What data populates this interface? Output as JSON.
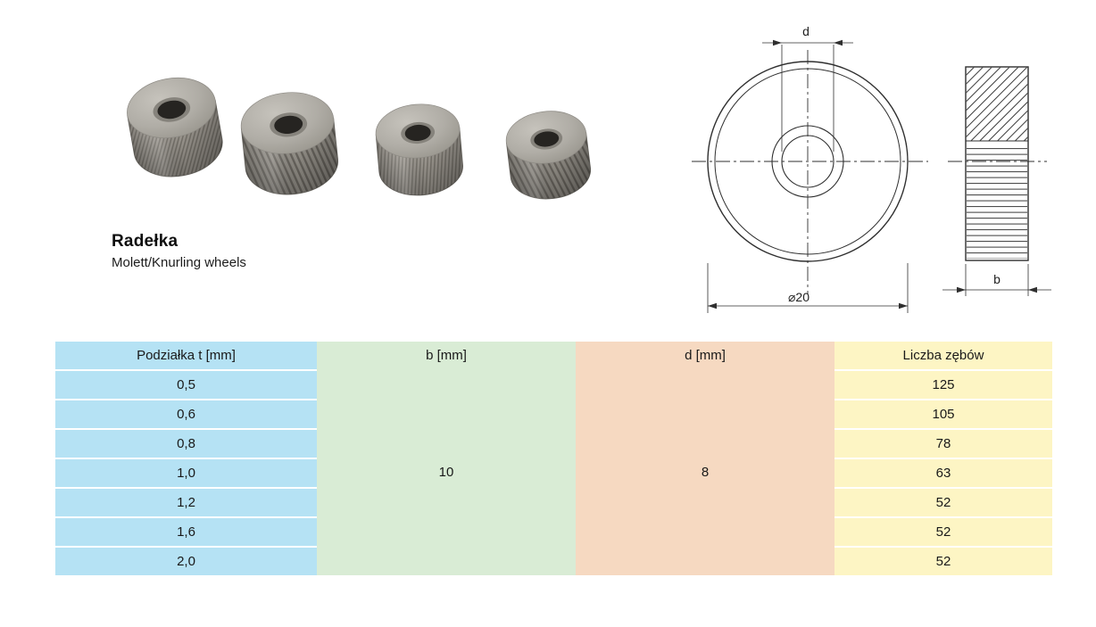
{
  "heading": {
    "title": "Radełka",
    "subtitle": "Molett/Knurling wheels"
  },
  "drawing": {
    "dim_d_label": "d",
    "dim_diameter_label": "⌀20",
    "dim_b_label": "b"
  },
  "table": {
    "columns": [
      {
        "key": "t",
        "label": "Podziałka t [mm]",
        "color": "#b5e2f4"
      },
      {
        "key": "b",
        "label": "b [mm]",
        "color": "#d9ecd5"
      },
      {
        "key": "d",
        "label": "d [mm]",
        "color": "#f6d9c1"
      },
      {
        "key": "z",
        "label": "Liczba zębów",
        "color": "#fdf5c4"
      }
    ],
    "rows": [
      {
        "t": "0,5",
        "z": "125"
      },
      {
        "t": "0,6",
        "z": "105"
      },
      {
        "t": "0,8",
        "z": "78"
      },
      {
        "t": "1,0",
        "z": "63"
      },
      {
        "t": "1,2",
        "z": "52"
      },
      {
        "t": "1,6",
        "z": "52"
      },
      {
        "t": "2,0",
        "z": "52"
      }
    ],
    "merged": {
      "b": "10",
      "d": "8"
    }
  }
}
